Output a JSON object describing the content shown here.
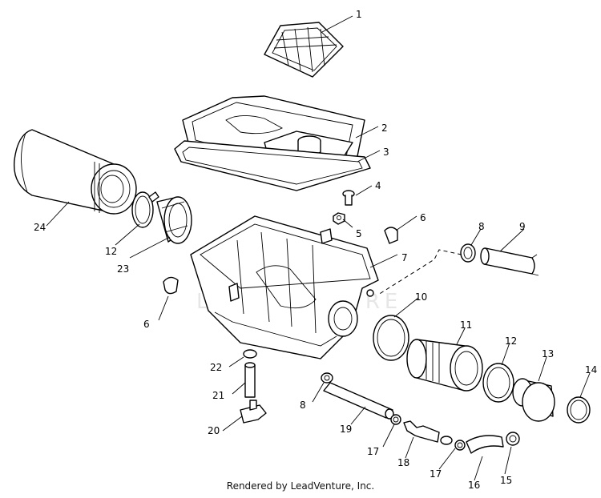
{
  "diagram": {
    "callouts": [
      {
        "id": "c1",
        "label": "1"
      },
      {
        "id": "c2",
        "label": "2"
      },
      {
        "id": "c3",
        "label": "3"
      },
      {
        "id": "c4",
        "label": "4"
      },
      {
        "id": "c5",
        "label": "5"
      },
      {
        "id": "c6a",
        "label": "6"
      },
      {
        "id": "c6b",
        "label": "6"
      },
      {
        "id": "c7",
        "label": "7"
      },
      {
        "id": "c8a",
        "label": "8"
      },
      {
        "id": "c8b",
        "label": "8"
      },
      {
        "id": "c9",
        "label": "9"
      },
      {
        "id": "c10",
        "label": "10"
      },
      {
        "id": "c11",
        "label": "11"
      },
      {
        "id": "c12a",
        "label": "12"
      },
      {
        "id": "c12b",
        "label": "12"
      },
      {
        "id": "c13",
        "label": "13"
      },
      {
        "id": "c14",
        "label": "14"
      },
      {
        "id": "c15",
        "label": "15"
      },
      {
        "id": "c16",
        "label": "16"
      },
      {
        "id": "c17a",
        "label": "17"
      },
      {
        "id": "c17b",
        "label": "17"
      },
      {
        "id": "c18",
        "label": "18"
      },
      {
        "id": "c19",
        "label": "19"
      },
      {
        "id": "c20",
        "label": "20"
      },
      {
        "id": "c21",
        "label": "21"
      },
      {
        "id": "c22",
        "label": "22"
      },
      {
        "id": "c23",
        "label": "23"
      },
      {
        "id": "c24",
        "label": "24"
      }
    ],
    "watermark": "LEADVENTURE",
    "credit": "Rendered by LeadVenture, Inc."
  },
  "colors": {
    "line": "#000000",
    "background": "#ffffff",
    "watermark": "#e6e6e6"
  }
}
